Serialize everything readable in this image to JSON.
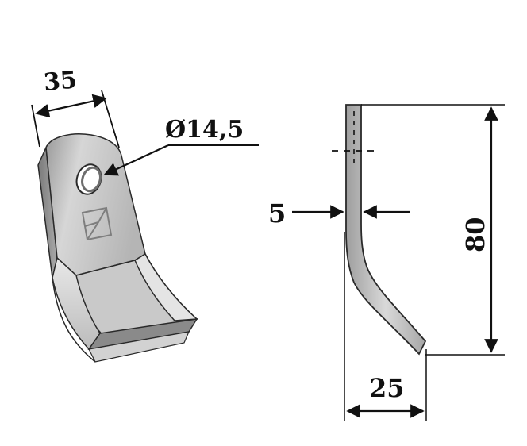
{
  "dimensions": {
    "width_top": "35",
    "hole_diameter": "Ø14,5",
    "thickness": "5",
    "height": "80",
    "offset": "25"
  },
  "colors": {
    "ink": "#111111",
    "steel_light": "#dcdcdc",
    "steel_mid": "#bdbdbd",
    "steel_dark": "#8f8f8f",
    "edge": "#2a2a2a"
  }
}
